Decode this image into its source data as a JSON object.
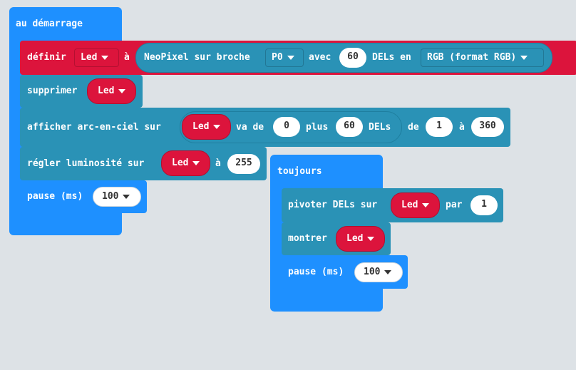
{
  "workspace": {
    "on_start": {
      "label": "au démarrage",
      "set_block": {
        "label": "définir",
        "var": "Led",
        "to_label": "à",
        "neopixel_label": "NeoPixel sur broche",
        "pin": "P0",
        "with_label": "avec",
        "count": "60",
        "leds_in_label": "DELs en",
        "mode": "RGB (format RGB)"
      },
      "clear_block": {
        "label": "supprimer",
        "var": "Led"
      },
      "rainbow_block": {
        "label": "afficher arc-en-ciel sur",
        "var": "Led",
        "range_from_label": "va de",
        "range_start": "0",
        "plus_label": "plus",
        "range_len": "60",
        "dels_label": "DELs",
        "from_label": "de",
        "hue_start": "1",
        "to_label": "à",
        "hue_end": "360"
      },
      "brightness_block": {
        "label": "régler luminosité sur",
        "var": "Led",
        "to_label": "à",
        "value": "255"
      },
      "pause_block": {
        "label": "pause (ms)",
        "value": "100"
      }
    },
    "forever": {
      "label": "toujours",
      "rotate_block": {
        "label": "pivoter DELs sur",
        "var": "Led",
        "by_label": "par",
        "value": "1"
      },
      "show_block": {
        "label": "montrer",
        "var": "Led"
      },
      "pause_block": {
        "label": "pause (ms)",
        "value": "100"
      }
    }
  },
  "colors": {
    "basic": "#1e90ff",
    "neopixel": "#2a92b6",
    "variable": "#dc143c",
    "background": "#f0f2f4"
  }
}
